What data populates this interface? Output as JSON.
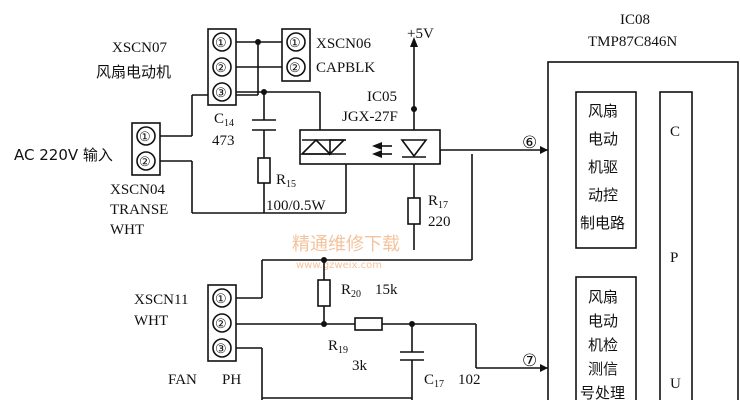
{
  "labels": {
    "xscn07": "XSCN07",
    "xscn07_cn": "风扇电动机",
    "xscn06": "XSCN06",
    "capblk": "CAPBLK",
    "c14": "C",
    "c14_sub": "14",
    "c14_val": "473",
    "ic05": "IC05",
    "jgx": "JGX-27F",
    "plus5v": "+5V",
    "ic08": "IC08",
    "tmp": "TMP87C846N",
    "ac220": "AC 220V 输入",
    "xscn04": "XSCN04",
    "transe": "TRANSE",
    "wht1": "WHT",
    "r15": "R",
    "r15_sub": "15",
    "r15_val": "100/0.5W",
    "r17": "R",
    "r17_sub": "17",
    "r17_val": "220",
    "xscn11": "XSCN11",
    "wht2": "WHT",
    "r20": "R",
    "r20_sub": "20",
    "r20_val": "15k",
    "r19": "R",
    "r19_sub": "19",
    "r19_val": "3k",
    "c17": "C",
    "c17_sub": "17",
    "c17_val": "102",
    "fan": "FAN",
    "ph": "PH",
    "pin6": "⑥",
    "pin7": "⑦",
    "driver": [
      "风扇",
      "电动",
      "机驱",
      "动控",
      "制电路"
    ],
    "detect": [
      "风扇",
      "电动",
      "机检",
      "测信",
      "号处理"
    ],
    "cpu": [
      "C",
      "P",
      "U"
    ],
    "watermark": "精通维修下载",
    "watermark_url": "www.gzweix.com"
  },
  "connectors": {
    "xscn07_pins": [
      "①",
      "②",
      "③"
    ],
    "xscn06_pins": [
      "①",
      "②"
    ],
    "xscn04_pins": [
      "①",
      "②"
    ],
    "xscn11_pins": [
      "①",
      "②",
      "③"
    ]
  }
}
